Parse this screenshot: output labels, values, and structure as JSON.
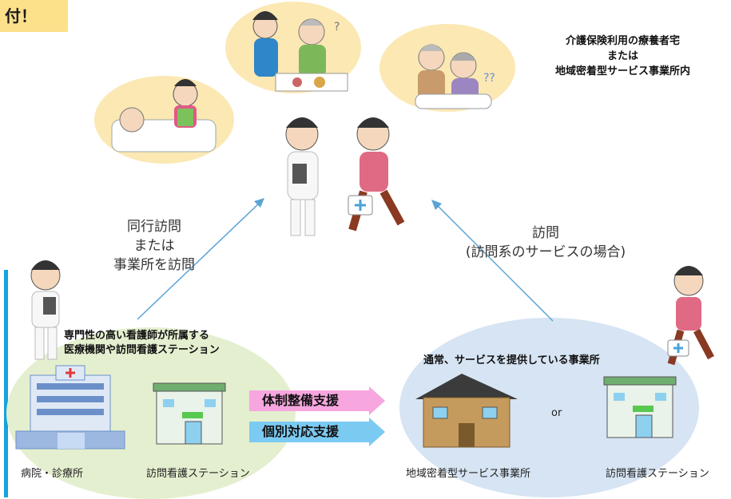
{
  "badge": "付！",
  "top_right_caption": [
    "介護保険利用の療養者宅",
    "または",
    "地域密着型サービス事業所内"
  ],
  "left_arrow_label": [
    "同行訪問",
    "または",
    "事業所を訪問"
  ],
  "right_arrow_label": [
    "訪問",
    "(訪問系のサービスの場合)"
  ],
  "left_group_caption": [
    "専門性の高い看護師が所属する",
    "医療機関や訪問看護ステーション"
  ],
  "right_group_caption": "通常、サービスを提供している事業所",
  "support": {
    "pink": "体制整備支援",
    "blue": "個別対応支援"
  },
  "or": "or",
  "bottom_labels": {
    "hospital": "病院・診療所",
    "station_left": "訪問看護ステーション",
    "community": "地域密着型サービス事業所",
    "station_right": "訪問看護ステーション"
  },
  "colors": {
    "badge": "#fde08a",
    "bar": "#17a2dc",
    "left_ellipse": "#e4efcf",
    "right_ellipse": "#d6e4f3",
    "pink_arrow": "#f7a6df",
    "blue_arrow": "#7bcaf2",
    "care_scene": "#fbe8b3"
  }
}
